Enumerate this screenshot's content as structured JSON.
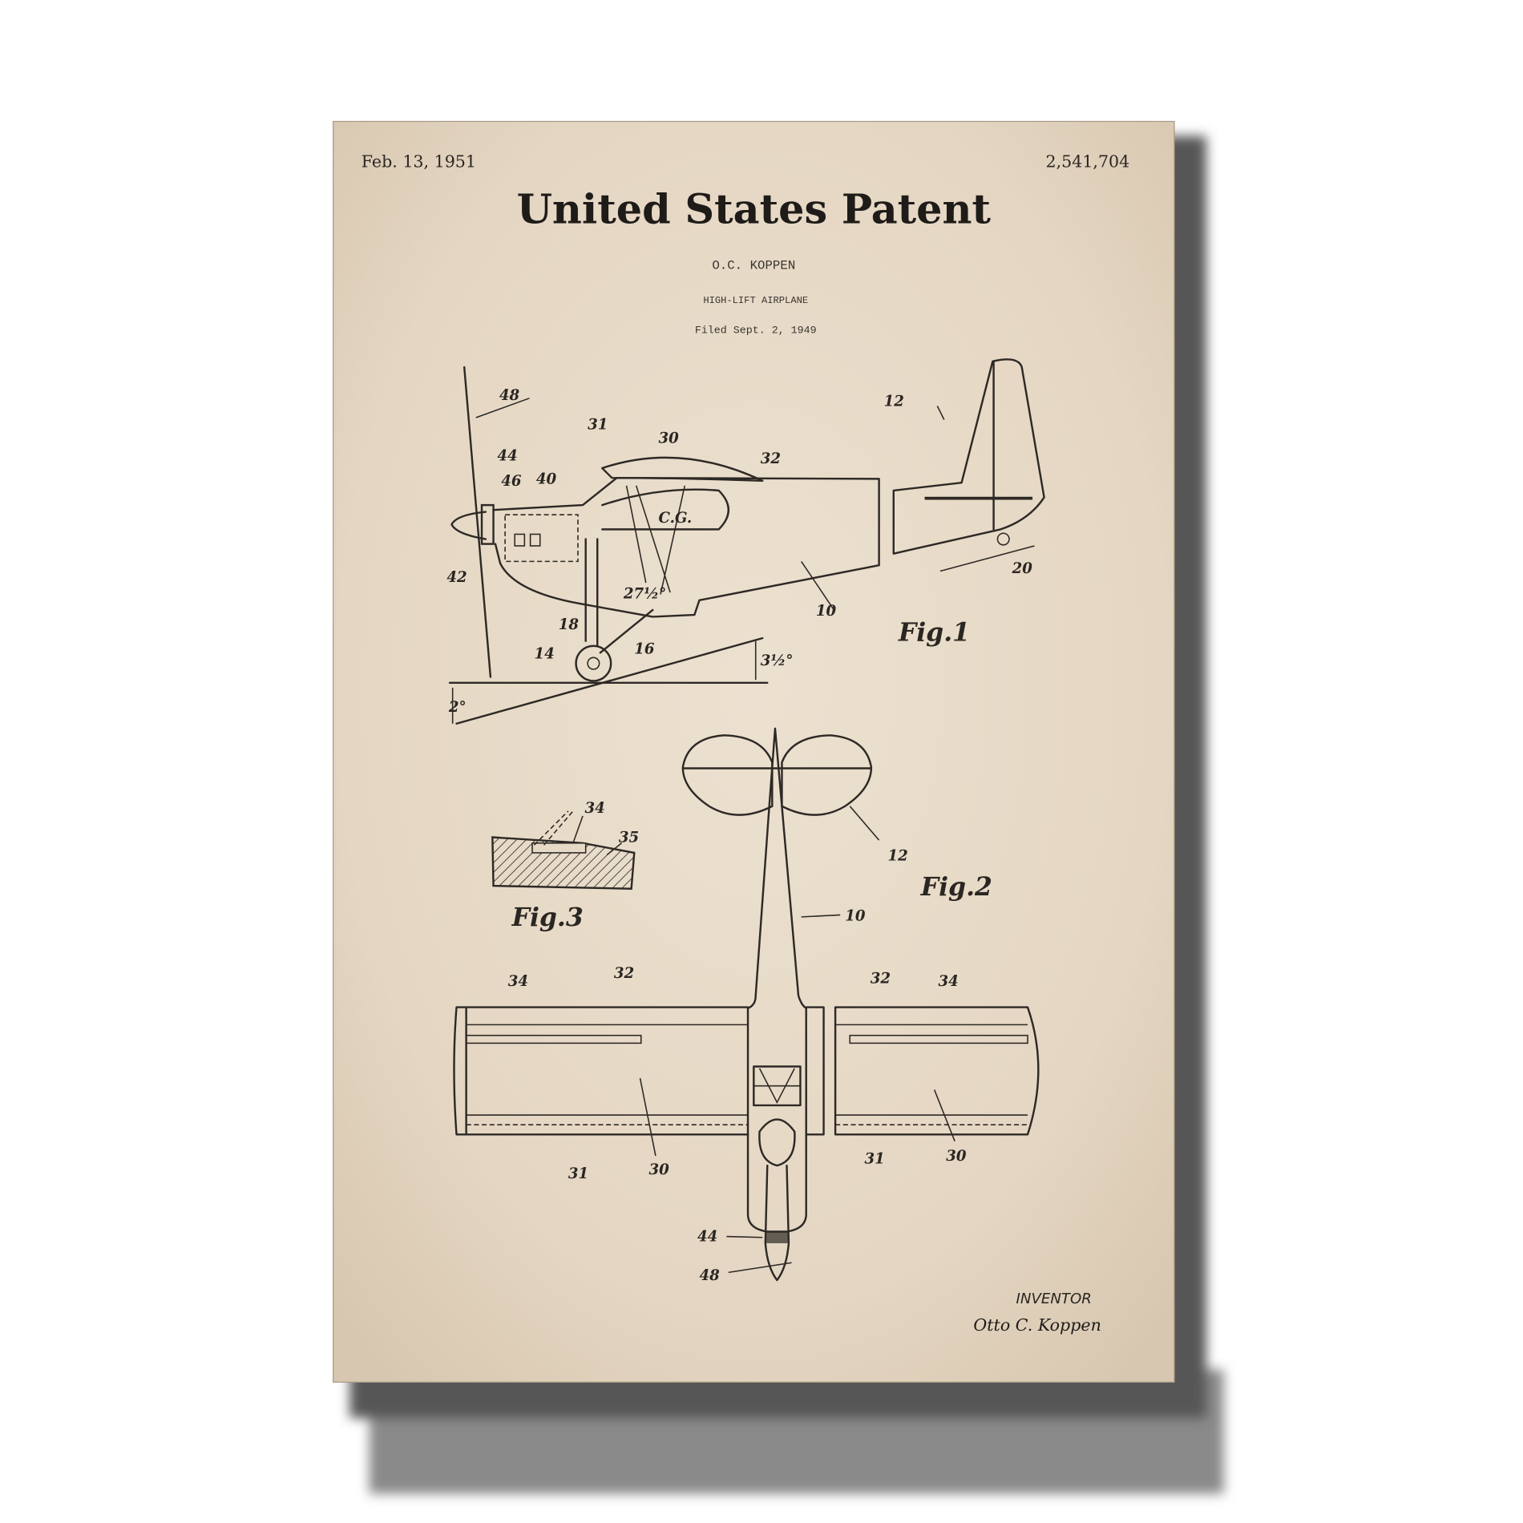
{
  "header": {
    "date": "Feb. 13, 1951",
    "patent_number": "2,541,704",
    "title": "United States Patent",
    "inventor_name": "O.C. KOPPEN",
    "invention": "HIGH-LIFT AIRPLANE",
    "filed": "Filed Sept. 2, 1949"
  },
  "figures": {
    "fig1": {
      "caption": "Fig.1",
      "labels": [
        "48",
        "44",
        "46",
        "40",
        "31",
        "30",
        "32",
        "12",
        "42",
        "18",
        "14",
        "16",
        "10",
        "20",
        "27½°",
        "3½°",
        "2°",
        "C.G."
      ]
    },
    "fig2": {
      "caption": "Fig.2",
      "labels": [
        "12",
        "10",
        "34",
        "32",
        "32",
        "34",
        "31",
        "30",
        "31",
        "30",
        "44",
        "48"
      ]
    },
    "fig3": {
      "caption": "Fig.3",
      "labels": [
        "34",
        "35"
      ]
    }
  },
  "footer": {
    "inventor_label": "INVENTOR",
    "signature": "Otto C. Koppen"
  },
  "colors": {
    "paper": "#e6d9c6",
    "ink": "#2d2925",
    "shadow": "#5a5a5a"
  }
}
